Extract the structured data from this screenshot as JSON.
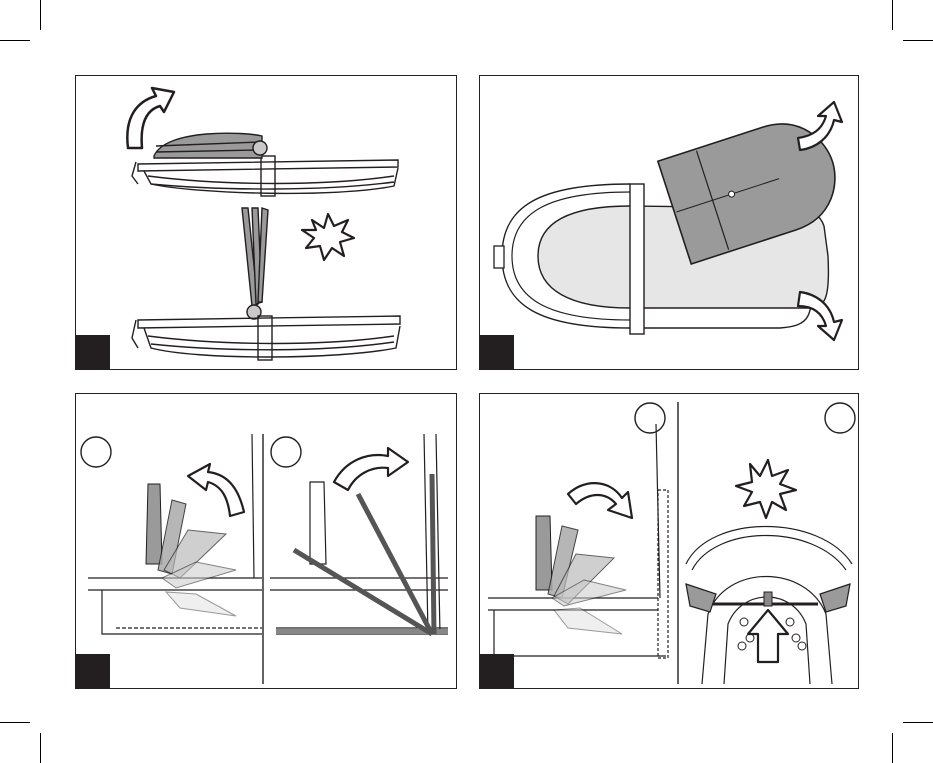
{
  "page": {
    "background": "#ffffff",
    "ink": "#231f20",
    "canopy_fill": "#9a9a9a",
    "canopy_fill_light": "#c9c9c9",
    "carrycot_fill": "#e6e6e6"
  },
  "panels": [
    {
      "id": "top-left",
      "step_number": "",
      "sub_labels": []
    },
    {
      "id": "top-right",
      "step_number": "",
      "sub_labels": []
    },
    {
      "id": "bottom-left",
      "step_number": "",
      "sub_labels": [
        "",
        ""
      ]
    },
    {
      "id": "bottom-right",
      "step_number": "",
      "sub_labels": [
        "",
        ""
      ]
    }
  ],
  "icons": [
    "curved-arrow-icon",
    "click-burst-icon",
    "push-up-arrow-icon"
  ]
}
